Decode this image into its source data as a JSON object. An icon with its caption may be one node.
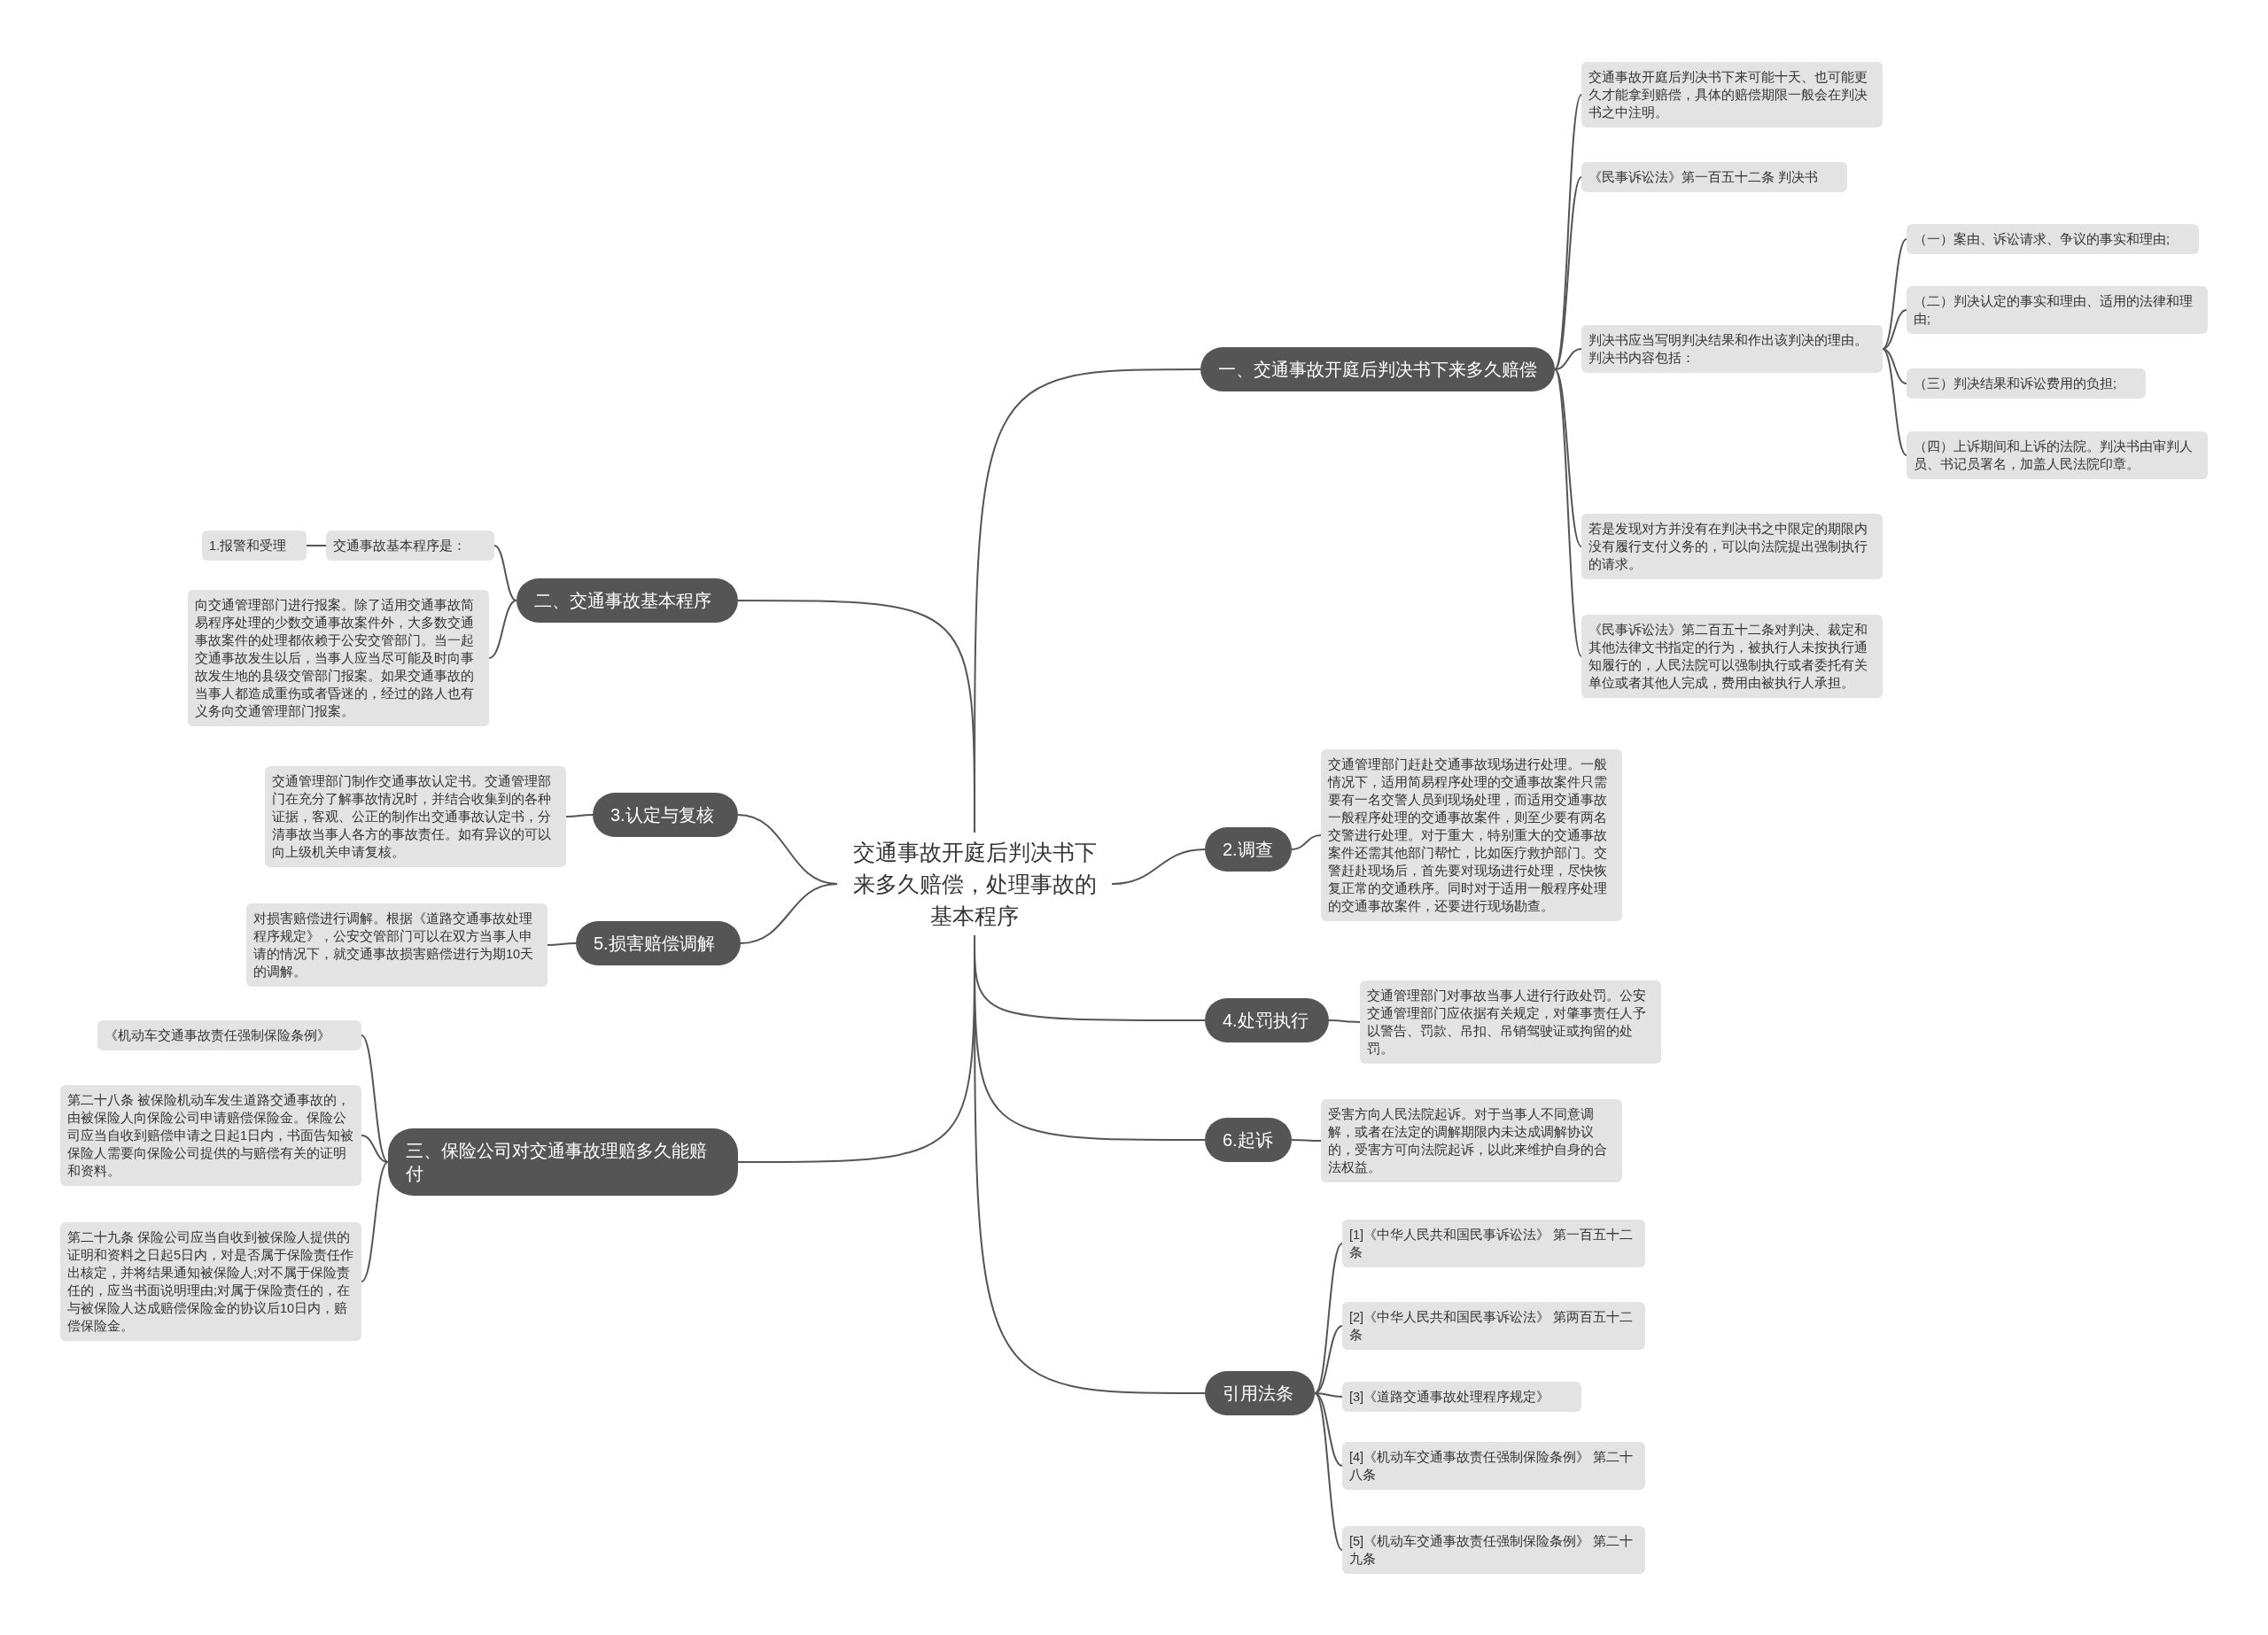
{
  "diagram": {
    "nodes": [
      {
        "text": [
          "交通事故开庭后判决书下来多久赔偿，处理事故的基本程序"
        ]
      },
      {
        "text": [
          "一、交通事故开庭后判决书下来多久赔偿"
        ]
      },
      {
        "text": [
          "交通事故开庭后判决书下来可能十天、也可能更久才能拿到赔偿，具体的赔偿期限一般会在判决书之中注明。"
        ]
      },
      {
        "text": [
          "《民事诉讼法》第一百五十二条 判决书"
        ]
      },
      {
        "text": [
          "判决书应当写明判决结果和作出该判决的理由。判决书内容包括："
        ]
      },
      {
        "text": [
          "（一）案由、诉讼请求、争议的事实和理由;"
        ]
      },
      {
        "text": [
          "（二）判决认定的事实和理由、适用的法律和理由;"
        ]
      },
      {
        "text": [
          "（三）判决结果和诉讼费用的负担;"
        ]
      },
      {
        "text": [
          "（四）上诉期间和上诉的法院。判决书由审判人员、书记员署名，加盖人民法院印章。"
        ]
      },
      {
        "text": [
          "若是发现对方并没有在判决书之中限定的期限内没有履行支付义务的，可以向法院提出强制执行的请求。"
        ]
      },
      {
        "text": [
          "《民事诉讼法》第二百五十二条对判决、裁定和其他法律文书指定的行为，被执行人未按执行通知履行的，人民法院可以强制执行或者委托有关单位或者其他人完成，费用由被执行人承担。"
        ]
      },
      {
        "text": [
          "二、交通事故基本程序"
        ]
      },
      {
        "text": [
          "交通事故基本程序是："
        ]
      },
      {
        "text": [
          "1.报警和受理"
        ]
      },
      {
        "text": [
          "向交通管理部门进行报案。除了适用交通事故简易程序处理的少数交通事故案件外，大多数交通事故案件的处理都依赖于公安交管部门。当一起交通事故发生以后，当事人应当尽可能及时向事故发生地的县级交管部门报案。如果交通事故的当事人都造成重伤或者昏迷的，经过的路人也有义务向交通管理部门报案。"
        ]
      },
      {
        "text": [
          "3.认定与复核"
        ]
      },
      {
        "text": [
          "交通管理部门制作交通事故认定书。交通管理部门在充分了解事故情况时，并结合收集到的各种证据，客观、公正的制作出交通事故认定书，分清事故当事人各方的事故责任。如有异议的可以向上级机关申请复核。"
        ]
      },
      {
        "text": [
          "5.损害赔偿调解"
        ]
      },
      {
        "text": [
          "对损害赔偿进行调解。根据《道路交通事故处理程序规定》，公安交管部门可以在双方当事人申请的情况下，就交通事故损害赔偿进行为期10天的调解。"
        ]
      },
      {
        "text": [
          "三、保险公司对交通事故理赔多久能赔付"
        ]
      },
      {
        "text": [
          "《机动车交通事故责任强制保险条例》"
        ]
      },
      {
        "text": [
          "第二十八条 被保险机动车发生道路交通事故的，由被保险人向保险公司申请赔偿保险金。保险公司应当自收到赔偿申请之日起1日内，书面告知被保险人需要向保险公司提供的与赔偿有关的证明和资料。"
        ]
      },
      {
        "text": [
          "第二十九条 保险公司应当自收到被保险人提供的证明和资料之日起5日内，对是否属于保险责任作出核定，并将结果通知被保险人;对不属于保险责任的，应当书面说明理由;对属于保险责任的，在与被保险人达成赔偿保险金的协议后10日内，赔偿保险金。"
        ]
      },
      {
        "text": [
          "2.调查"
        ]
      },
      {
        "text": [
          "交通管理部门赶赴交通事故现场进行处理。一般情况下，适用简易程序处理的交通事故案件只需要有一名交警人员到现场处理，而适用交通事故一般程序处理的交通事故案件，则至少要有两名交警进行处理。对于重大，特别重大的交通事故案件还需其他部门帮忙，比如医疗救护部门。交警赶赴现场后，首先要对现场进行处理，尽快恢复正常的交通秩序。同时对于适用一般程序处理的交通事故案件，还要进行现场勘查。"
        ]
      },
      {
        "text": [
          "4.处罚执行"
        ]
      },
      {
        "text": [
          "交通管理部门对事故当事人进行行政处罚。公安交通管理部门应依据有关规定，对肇事责任人予以警告、罚款、吊扣、吊销驾驶证或拘留的处罚。"
        ]
      },
      {
        "text": [
          "6.起诉"
        ]
      },
      {
        "text": [
          "受害方向人民法院起诉。对于当事人不同意调解，或者在法定的调解期限内未达成调解协议的，受害方可向法院起诉，以此来维护自身的合法权益。"
        ]
      },
      {
        "text": [
          "引用法条"
        ]
      },
      {
        "text": [
          "[1]《中华人民共和国民事诉讼法》 第一百五十二条"
        ]
      },
      {
        "text": [
          "[2]《中华人民共和国民事诉讼法》 第两百五十二条"
        ]
      },
      {
        "text": [
          "[3]《道路交通事故处理程序规定》"
        ]
      },
      {
        "text": [
          "[4]《机动车交通事故责任强制保险条例》 第二十八条"
        ]
      },
      {
        "text": [
          "[5]《机动车交通事故责任强制保险条例》 第二十九条"
        ]
      }
    ],
    "edges": [
      {
        "from": 0,
        "to": 1,
        "arrow": "none"
      },
      {
        "from": 1,
        "to": 2,
        "arrow": "none"
      },
      {
        "from": 1,
        "to": 3,
        "arrow": "none"
      },
      {
        "from": 1,
        "to": 4,
        "arrow": "none"
      },
      {
        "from": 4,
        "to": 5,
        "arrow": "none"
      },
      {
        "from": 4,
        "to": 6,
        "arrow": "none"
      },
      {
        "from": 4,
        "to": 7,
        "arrow": "none"
      },
      {
        "from": 4,
        "to": 8,
        "arrow": "none"
      },
      {
        "from": 1,
        "to": 9,
        "arrow": "none"
      },
      {
        "from": 1,
        "to": 10,
        "arrow": "none"
      },
      {
        "from": 0,
        "to": 11,
        "arrow": "none"
      },
      {
        "from": 11,
        "to": 12,
        "arrow": "none"
      },
      {
        "from": 12,
        "to": 13,
        "arrow": "none"
      },
      {
        "from": 11,
        "to": 14,
        "arrow": "none"
      },
      {
        "from": 0,
        "to": 15,
        "arrow": "none"
      },
      {
        "from": 15,
        "to": 16,
        "arrow": "none"
      },
      {
        "from": 0,
        "to": 17,
        "arrow": "none"
      },
      {
        "from": 17,
        "to": 18,
        "arrow": "none"
      },
      {
        "from": 0,
        "to": 19,
        "arrow": "none"
      },
      {
        "from": 19,
        "to": 20,
        "arrow": "none"
      },
      {
        "from": 19,
        "to": 21,
        "arrow": "none"
      },
      {
        "from": 19,
        "to": 22,
        "arrow": "none"
      },
      {
        "from": 0,
        "to": 23,
        "arrow": "none"
      },
      {
        "from": 23,
        "to": 24,
        "arrow": "none"
      },
      {
        "from": 0,
        "to": 25,
        "arrow": "none"
      },
      {
        "from": 25,
        "to": 26,
        "arrow": "none"
      },
      {
        "from": 0,
        "to": 27,
        "arrow": "none"
      },
      {
        "from": 27,
        "to": 28,
        "arrow": "none"
      },
      {
        "from": 0,
        "to": 29,
        "arrow": "none"
      },
      {
        "from": 29,
        "to": 30,
        "arrow": "none"
      },
      {
        "from": 29,
        "to": 31,
        "arrow": "none"
      },
      {
        "from": 29,
        "to": 32,
        "arrow": "none"
      },
      {
        "from": 29,
        "to": 33,
        "arrow": "none"
      },
      {
        "from": 29,
        "to": 34,
        "arrow": "none"
      }
    ]
  }
}
